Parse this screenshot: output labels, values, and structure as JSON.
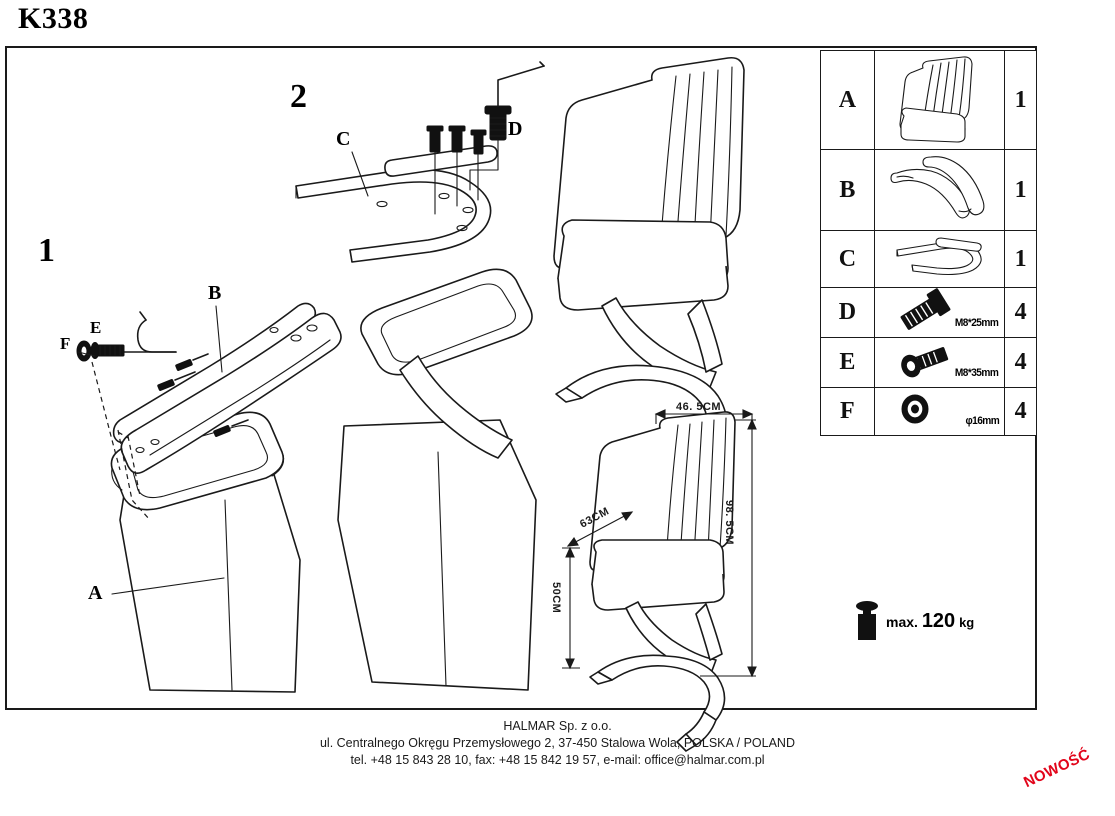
{
  "document": {
    "model_code": "K338",
    "type": "furniture-assembly-instruction"
  },
  "steps": [
    {
      "number": "1",
      "callouts": [
        {
          "id": "A",
          "meaning": "seat-and-base-assembly"
        },
        {
          "id": "B",
          "meaning": "backrest-side-rail"
        },
        {
          "id": "E",
          "meaning": "bolt-m8-35mm"
        },
        {
          "id": "F",
          "meaning": "washer-16mm"
        }
      ]
    },
    {
      "number": "2",
      "callouts": [
        {
          "id": "C",
          "meaning": "u-shaped-base-frame"
        },
        {
          "id": "D",
          "meaning": "bolt-m8-25mm"
        }
      ]
    }
  ],
  "parts_table": {
    "columns": [
      "label",
      "image",
      "quantity"
    ],
    "rows": [
      {
        "label": "A",
        "icon": "chair-seat-and-back-icon",
        "spec": "",
        "qty": "1"
      },
      {
        "label": "B",
        "icon": "backrest-side-rails-icon",
        "spec": "",
        "qty": "1"
      },
      {
        "label": "C",
        "icon": "u-shaped-frame-icon",
        "spec": "",
        "qty": "1"
      },
      {
        "label": "D",
        "icon": "hex-bolt-icon",
        "spec": "M8*25mm",
        "qty": "4"
      },
      {
        "label": "E",
        "icon": "socket-bolt-icon",
        "spec": "M8*35mm",
        "qty": "4"
      },
      {
        "label": "F",
        "icon": "washer-icon",
        "spec": "φ16mm",
        "qty": "4"
      }
    ]
  },
  "dimensions": {
    "width": "46. 5CM",
    "depth": "63CM",
    "height": "98. 5CM",
    "seat_height": "50CM"
  },
  "max_load": {
    "prefix": "max.",
    "value": "120",
    "unit": "kg",
    "icon": "weight-icon"
  },
  "footer": {
    "company": "HALMAR Sp. z o.o.",
    "address": "ul. Centralnego Okręgu Przemysłowego 2, 37-450 Stalowa Wola, POLSKA / POLAND",
    "contact": "tel. +48 15 843 28 10, fax: +48 15 842 19 57, e-mail: office@halmar.com.pl"
  },
  "badge": {
    "label": "NOWOŚĆ",
    "color": "#e2051b"
  }
}
